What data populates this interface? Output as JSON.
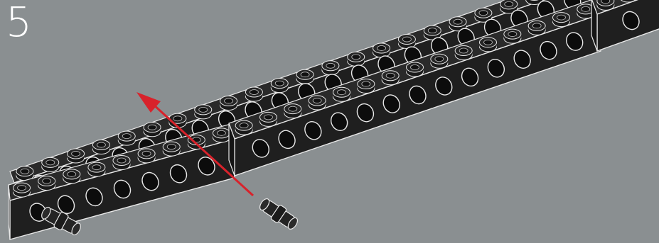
{
  "instruction": {
    "step_number": "5"
  },
  "scene": {
    "background_color": "#8a8f91",
    "brick_color": "#1f1f1f",
    "outline_color": "#e8e8e8",
    "arrow_color": "#d8222b",
    "parts": [
      {
        "name": "rear-long-technic-beam",
        "icon": "technic-brick-with-holes"
      },
      {
        "name": "front-technic-beam",
        "icon": "technic-brick-with-holes"
      },
      {
        "name": "short-end-beam",
        "icon": "technic-brick-with-holes"
      },
      {
        "name": "technic-pin-installed",
        "icon": "technic-friction-pin"
      },
      {
        "name": "technic-pin-loose",
        "icon": "technic-friction-pin"
      }
    ],
    "insertion_arrow": {
      "icon": "red-direction-arrow"
    }
  }
}
